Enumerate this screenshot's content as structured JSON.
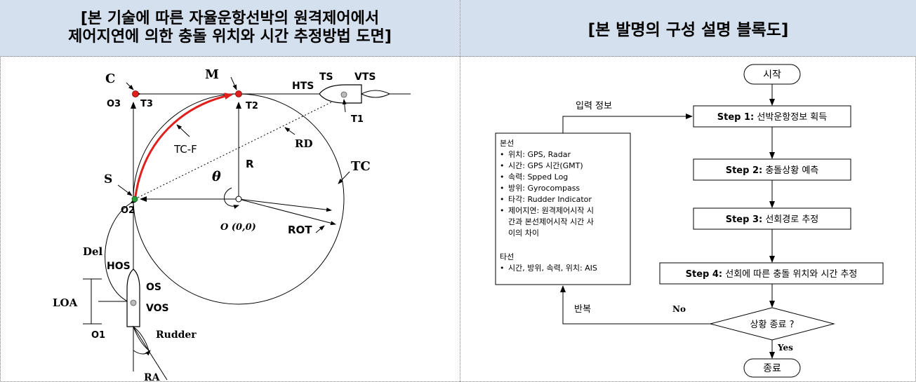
{
  "left_panel": {
    "title_line1": "[본 기술에 따른 자율운항선박의 원격제어에서",
    "title_line2": "제어지연에 의한 충돌 위치와 시간 추정방법 도면]",
    "labels": {
      "C": "C",
      "M": "M",
      "TS": "TS",
      "VTS": "VTS",
      "HTS": "HTS",
      "O3": "O3",
      "T3": "T3",
      "T2": "T2",
      "T1": "T1",
      "TCF": "TC-F",
      "RD": "RD",
      "TC": "TC",
      "R": "R",
      "theta": "θ",
      "S": "S",
      "O2": "O2",
      "origin": "O (0,0)",
      "ROT": "ROT",
      "Del": "Del",
      "HOS": "HOS",
      "OS": "OS",
      "VOS": "VOS",
      "LOA": "LOA",
      "O1": "O1",
      "Rudder": "Rudder",
      "RA": "RA"
    },
    "colors": {
      "path": "#e0201c",
      "point_red": "#e0201c",
      "point_green": "#2a9d3a"
    }
  },
  "right_panel": {
    "title": "[본 발명의 구성 설명 블록도]",
    "start": "시작",
    "end": "종료",
    "steps": [
      {
        "prefix": "Step 1:",
        "text": " 선박운항정보 획득"
      },
      {
        "prefix": "Step 2:",
        "text": " 충돌상황 예측"
      },
      {
        "prefix": "Step 3:",
        "text": " 선회경로 추정"
      },
      {
        "prefix": "Step 4:",
        "text": " 선회에 따른 충돌 위치와 시간 추정"
      }
    ],
    "decision": "상황 종료 ?",
    "yes": "Yes",
    "no": "No",
    "input_label": "입력 정보",
    "repeat_label": "반복",
    "info": {
      "own_header": "본선",
      "own_items": [
        "위치: GPS, Radar",
        "시간: GPS 시간(GMT)",
        "속력: Spped Log",
        "방위: Gyrocompass",
        "타각: Rudder Indicator",
        "제어지연: 원격제어시작 시",
        "간과 본선제어시작 시간 사",
        "이의 차이"
      ],
      "target_header": "타선",
      "target_items": [
        "시간, 방위, 속력, 위치: AIS"
      ]
    }
  }
}
